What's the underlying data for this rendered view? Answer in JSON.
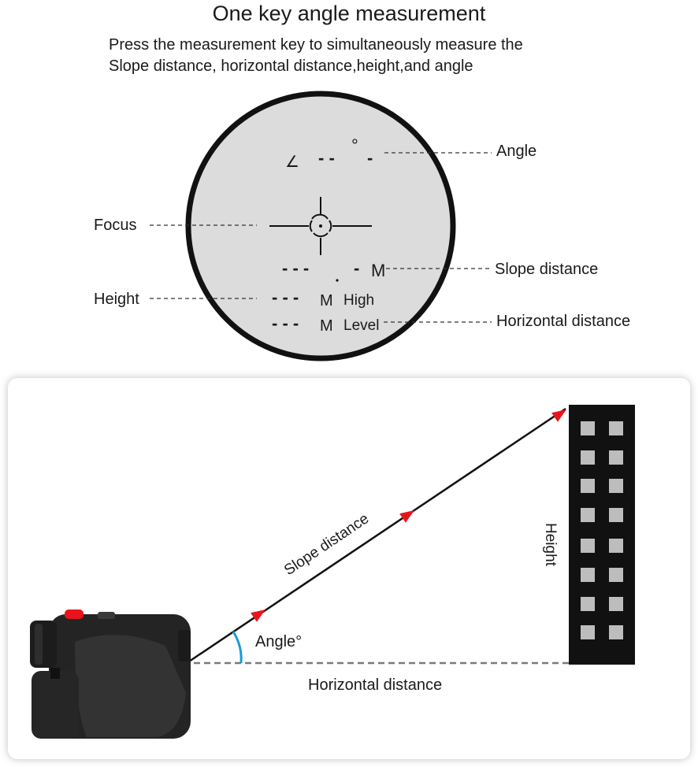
{
  "header": {
    "title": "One key angle measurement",
    "subtitle_line1": "Press the measurement key to simultaneously measure the",
    "subtitle_line2": "Slope distance, horizontal distance,height,and angle"
  },
  "viewfinder": {
    "callouts": {
      "angle": "Angle",
      "focus": "Focus",
      "slope": "Slope distance",
      "height": "Height",
      "horizontal": "Horizontal distance"
    },
    "readout": {
      "dashes3": "- - -",
      "dashes1": "-",
      "dashes2": "- -",
      "unit": "M",
      "high": "High",
      "level": "Level",
      "degree": "°",
      "angle_symbol": "∠"
    }
  },
  "diagram": {
    "slope_label": "Slope distance",
    "angle_label": "Angle°",
    "height_label": "Height",
    "horizontal_label": "Horizontal distance"
  },
  "colors": {
    "arrow": "#e8141b",
    "angle_arc": "#1a9ad6",
    "lens_fill": "#dcdcdc",
    "lens_ring": "#111111",
    "building": "#111111",
    "window": "#bdbdbd"
  }
}
